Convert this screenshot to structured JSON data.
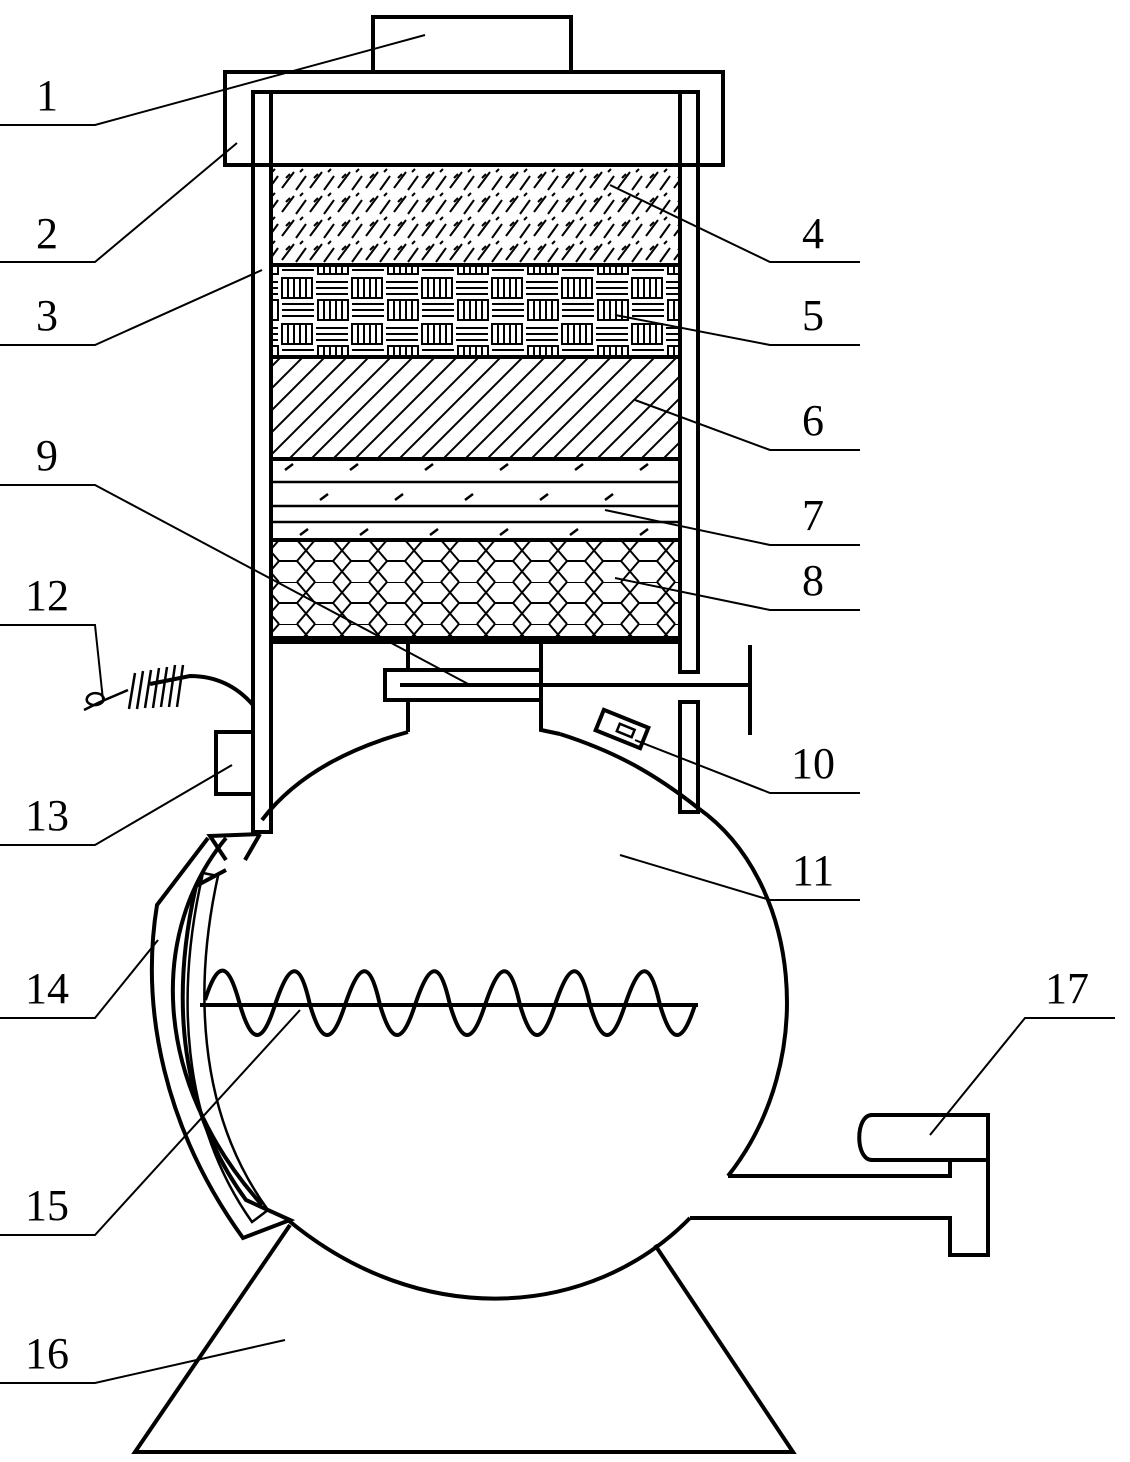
{
  "figure": {
    "labels": [
      {
        "id": "1",
        "text": "1"
      },
      {
        "id": "2",
        "text": "2"
      },
      {
        "id": "3",
        "text": "3"
      },
      {
        "id": "4",
        "text": "4"
      },
      {
        "id": "5",
        "text": "5"
      },
      {
        "id": "6",
        "text": "6"
      },
      {
        "id": "7",
        "text": "7"
      },
      {
        "id": "8",
        "text": "8"
      },
      {
        "id": "9",
        "text": "9"
      },
      {
        "id": "10",
        "text": "10"
      },
      {
        "id": "11",
        "text": "11"
      },
      {
        "id": "12",
        "text": "12"
      },
      {
        "id": "13",
        "text": "13"
      },
      {
        "id": "14",
        "text": "14"
      },
      {
        "id": "15",
        "text": "15"
      },
      {
        "id": "16",
        "text": "16"
      },
      {
        "id": "17",
        "text": "17"
      }
    ]
  },
  "colors": {
    "line": "#000000",
    "background": "#ffffff"
  }
}
